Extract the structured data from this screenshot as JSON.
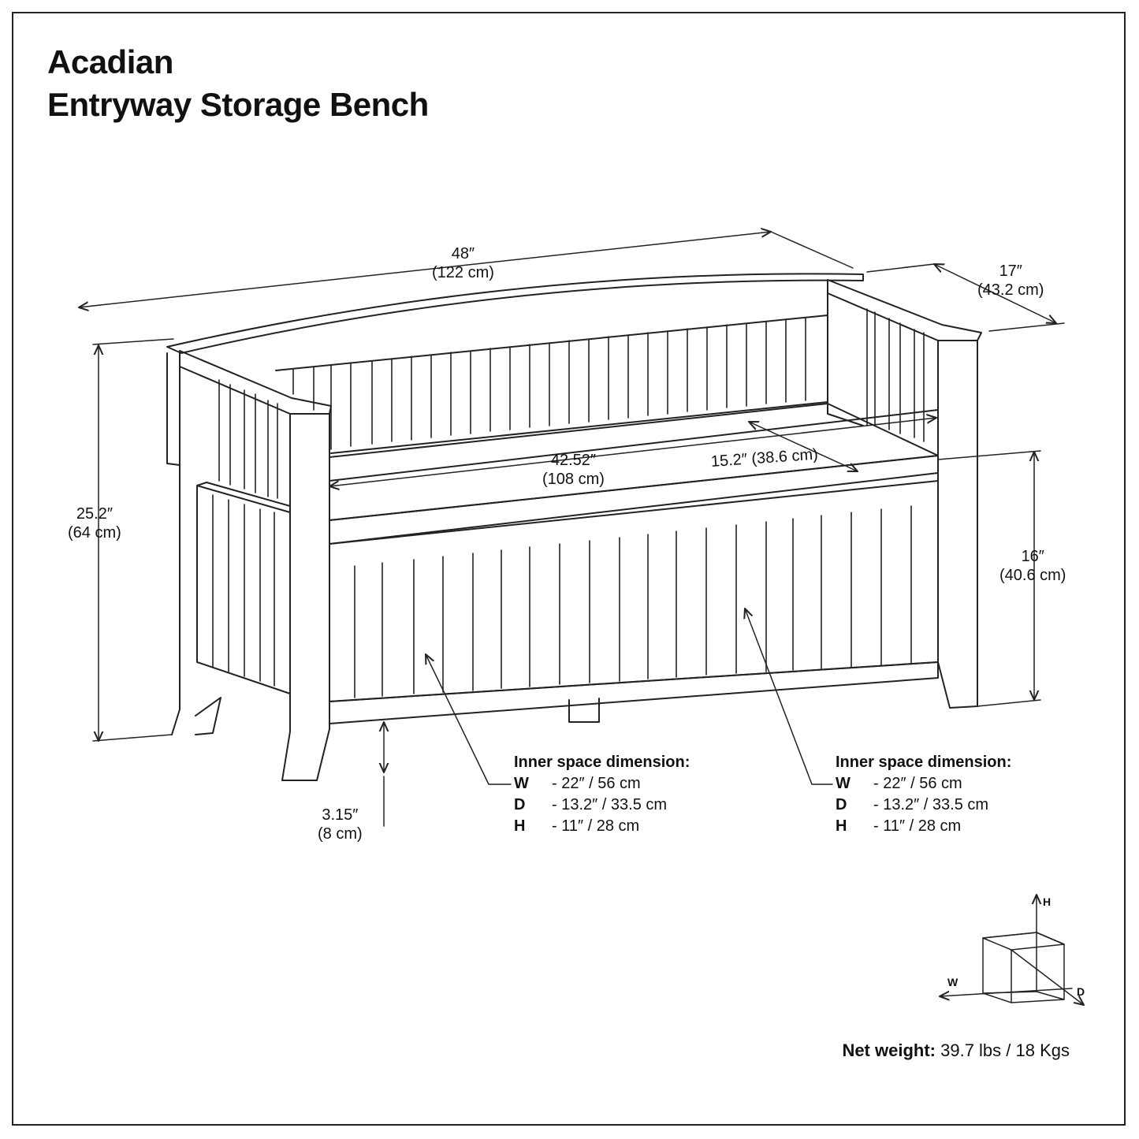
{
  "title": {
    "line1": "Acadian",
    "line2": "Entryway Storage Bench"
  },
  "dimensions": {
    "width": {
      "in": "48″",
      "cm": "(122 cm)"
    },
    "depth": {
      "in": "17″",
      "cm": "(43.2 cm)"
    },
    "height": {
      "in": "25.2″",
      "cm": "(64 cm)"
    },
    "seat_height": {
      "in": "16″",
      "cm": "(40.6 cm)"
    },
    "seat_width": {
      "in": "42.52″",
      "cm": "(108 cm)"
    },
    "seat_depth": {
      "text": "15.2″ (38.6 cm)"
    },
    "leg_height": {
      "in": "3.15″",
      "cm": "(8 cm)"
    }
  },
  "inner_left": {
    "heading": "Inner space dimension:",
    "rows": [
      {
        "key": "W",
        "val": "- 22″ / 56 cm"
      },
      {
        "key": "D",
        "val": "- 13.2″ / 33.5 cm"
      },
      {
        "key": "H",
        "val": "- 11″ / 28 cm"
      }
    ]
  },
  "inner_right": {
    "heading": "Inner space dimension:",
    "rows": [
      {
        "key": "W",
        "val": "- 22″ / 56 cm"
      },
      {
        "key": "D",
        "val": "- 13.2″ / 33.5 cm"
      },
      {
        "key": "H",
        "val": "- 11″ / 28 cm"
      }
    ]
  },
  "axes": {
    "h": "H",
    "w": "W",
    "d": "D"
  },
  "weight": {
    "label": "Net weight:",
    "value": " 39.7 lbs / 18 Kgs"
  }
}
